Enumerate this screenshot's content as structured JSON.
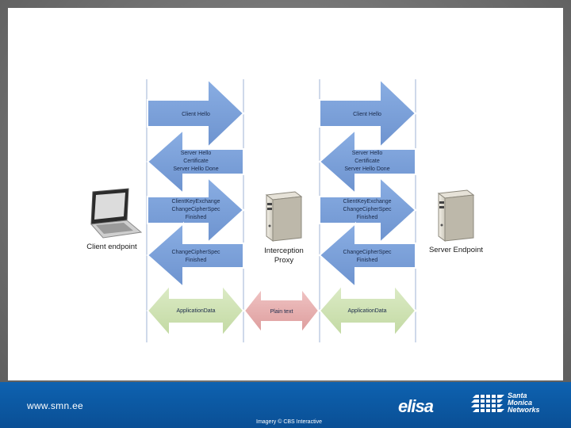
{
  "diagram": {
    "nodes": {
      "client": "Client endpoint",
      "proxy_line1": "Interception",
      "proxy_line2": "Proxy",
      "server": "Server Endpoint"
    },
    "left_messages": {
      "m1": [
        "Client Hello"
      ],
      "m2": [
        "Server Hello",
        "Certificate",
        "Server Hello Done"
      ],
      "m3": [
        "ClientKeyExchange",
        "ChangeCipherSpec",
        "Finished"
      ],
      "m4": [
        "ChangeCipherSpec",
        "Finished"
      ],
      "m5": [
        "ApplicationData"
      ]
    },
    "right_messages": {
      "m1": [
        "Client Hello"
      ],
      "m2": [
        "Server Hello",
        "Certificate",
        "Server Hello Done"
      ],
      "m3": [
        "ClientKeyExchange",
        "ChangeCipherSpec",
        "Finished"
      ],
      "m4": [
        "ChangeCipherSpec",
        "Finished"
      ],
      "m5": [
        "ApplicationData"
      ]
    },
    "middle_message": "Plain text"
  },
  "footer": {
    "url": "www.smn.ee",
    "credit": "Imagery © CBS Interactive",
    "brand_logo": "elisa",
    "partner_line1": "Santa",
    "partner_line2": "Monica",
    "partner_line3": "Networks"
  },
  "colors": {
    "blue_arrow": "#7a9fd8",
    "green_arrow": "#cfe3b4",
    "red_arrow": "#e7b2b2",
    "footer_blue": "#0e62b0"
  }
}
